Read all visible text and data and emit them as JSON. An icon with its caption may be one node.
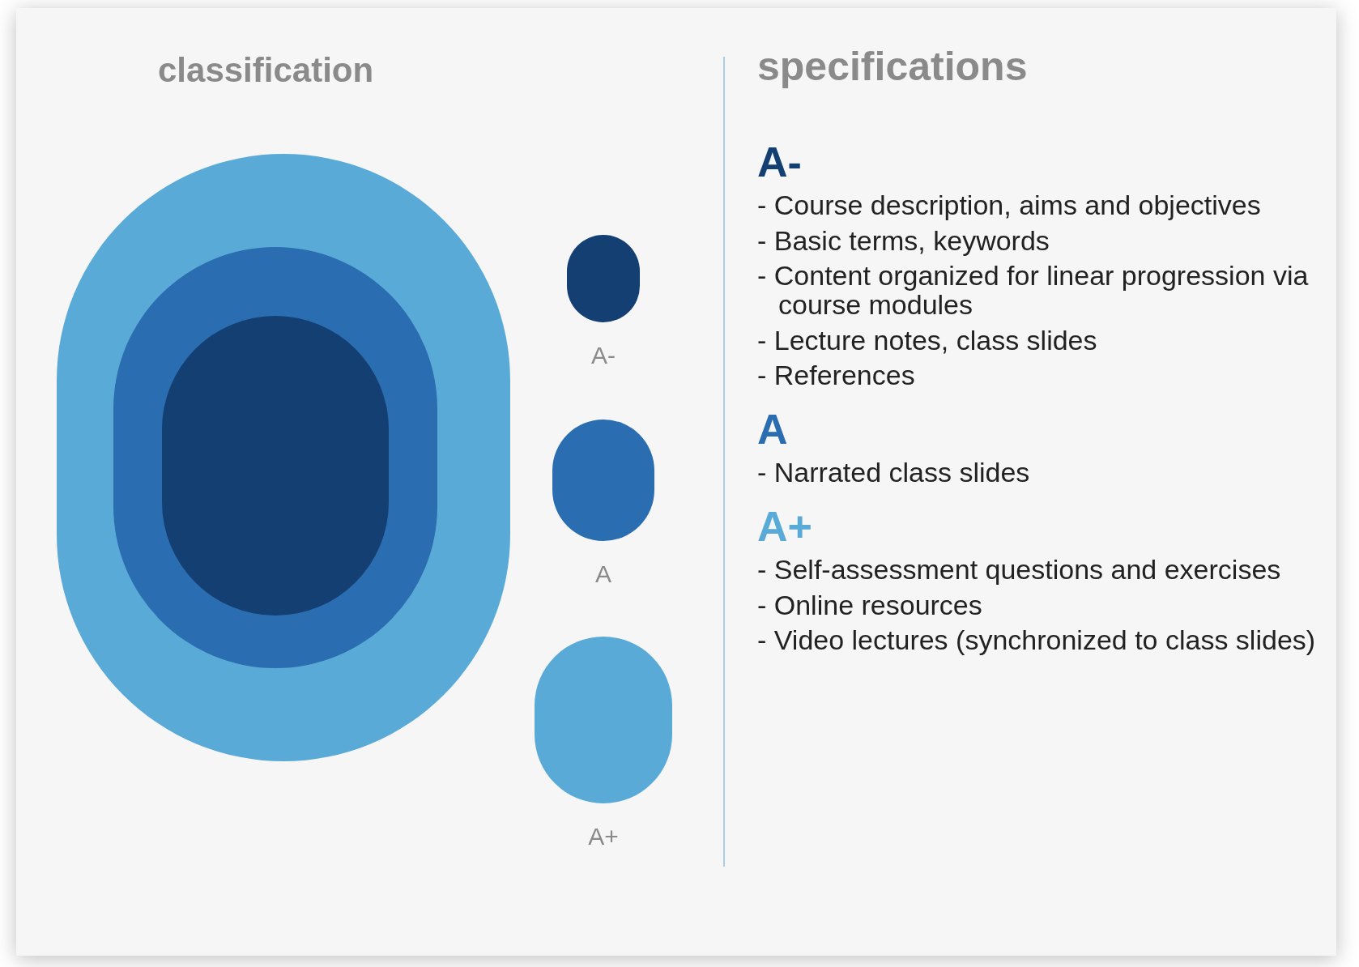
{
  "diagram": {
    "nodes": [
      {
        "text": [],
        "shape": "circle"
      },
      {
        "text": [],
        "shape": "circle",
        "in": 0
      },
      {
        "text": [],
        "shape": "circle",
        "in": 1
      },
      {
        "text": [],
        "shape": "circle",
        "beside": [
          "A-"
        ]
      },
      {
        "text": [],
        "shape": "circle",
        "beside": [
          "A"
        ]
      },
      {
        "text": [],
        "shape": "circle",
        "beside": [
          "A+"
        ]
      }
    ],
    "edges": [],
    "labels": [
      "classification",
      "specifications",
      "A-",
      "- Course description, aims and objectives",
      "- Basic terms, keywords",
      "- Content organized for linear progression via course modules",
      "- Lecture notes, class slides",
      "- References",
      "A",
      "- Narrated class slides",
      "A+",
      "- Self-assessment questions and exercises",
      "- Online resources",
      "- Video lectures (synchronized to class slides)"
    ]
  }
}
